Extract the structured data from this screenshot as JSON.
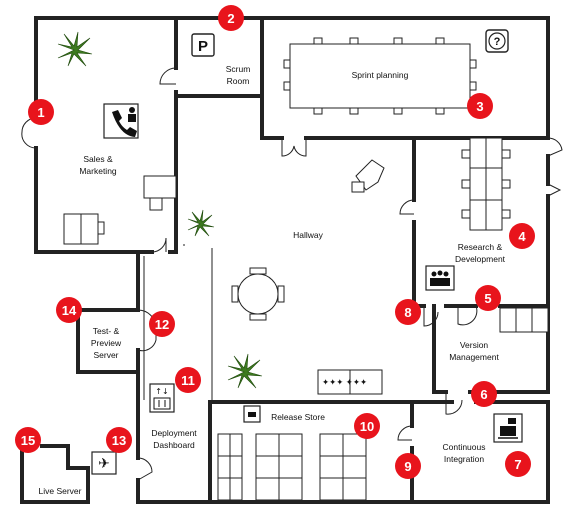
{
  "rooms": {
    "scrum": [
      "Scrum",
      "Room"
    ],
    "sprint": "Sprint planning",
    "sales": [
      "Sales &",
      "Marketing"
    ],
    "hallway": "Hallway",
    "research": [
      "Research &",
      "Development"
    ],
    "version": [
      "Version",
      "Management"
    ],
    "test": [
      "Test- &",
      "Preview",
      "Server"
    ],
    "deploy": [
      "Deployment",
      "Dashboard"
    ],
    "release": "Release Store",
    "ci": [
      "Continuous",
      "Integration"
    ],
    "live": "Live Server"
  },
  "markers": [
    "1",
    "2",
    "3",
    "4",
    "5",
    "6",
    "7",
    "8",
    "9",
    "10",
    "11",
    "12",
    "13",
    "14",
    "15"
  ],
  "icons": {
    "parking": "P",
    "help": "?"
  },
  "colors": {
    "marker": "#e8141c",
    "wall": "#222222",
    "plant": "#3d7a1f"
  }
}
